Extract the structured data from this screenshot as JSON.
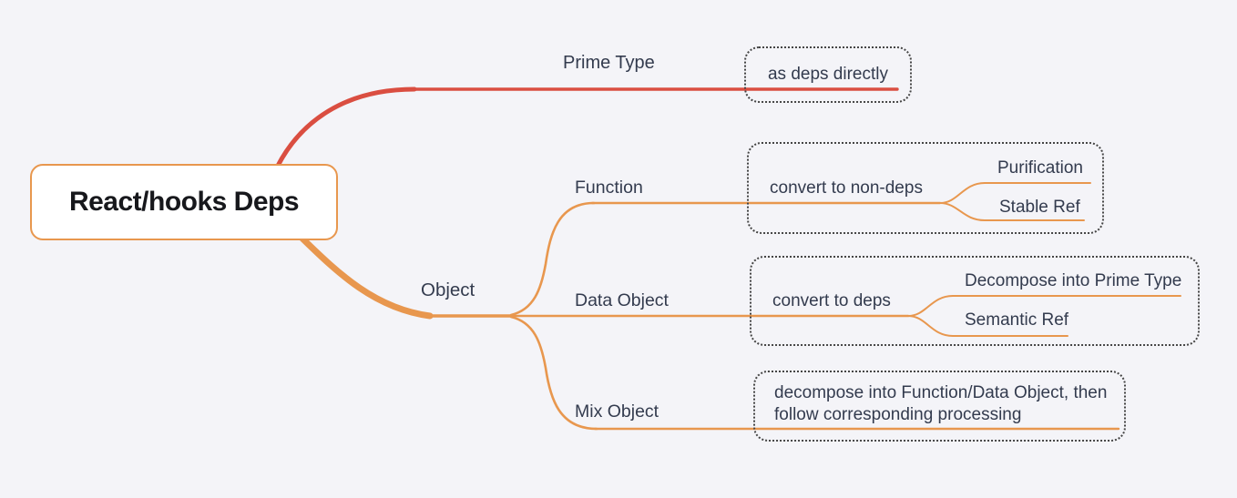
{
  "colors": {
    "background": "#f4f4f8",
    "branch_red": "#da4e41",
    "branch_orange": "#e8974e",
    "text_dark": "#333b4e",
    "root_text": "#17181c",
    "leaf_border": "#454545",
    "root_fill": "#ffffff"
  },
  "root": {
    "label": "React/hooks Deps"
  },
  "branch_prime_type": {
    "label": "Prime Type",
    "child": {
      "label": "as deps directly"
    }
  },
  "branch_object": {
    "label": "Object",
    "children": {
      "function": {
        "label": "Function",
        "child": {
          "label": "convert to non-deps",
          "children": {
            "purification": {
              "label": "Purification"
            },
            "stable_ref": {
              "label": "Stable Ref"
            }
          }
        }
      },
      "data_object": {
        "label": "Data Object",
        "child": {
          "label": "convert to deps",
          "children": {
            "decompose_prime": {
              "label": "Decompose into Prime Type"
            },
            "semantic_ref": {
              "label": "Semantic Ref"
            }
          }
        }
      },
      "mix_object": {
        "label": "Mix Object",
        "child": {
          "label": "decompose into Function/Data Object, then follow corresponding processing",
          "label_line1": "decompose into Function/Data Object, then",
          "label_line2": "follow corresponding processing"
        }
      }
    }
  }
}
